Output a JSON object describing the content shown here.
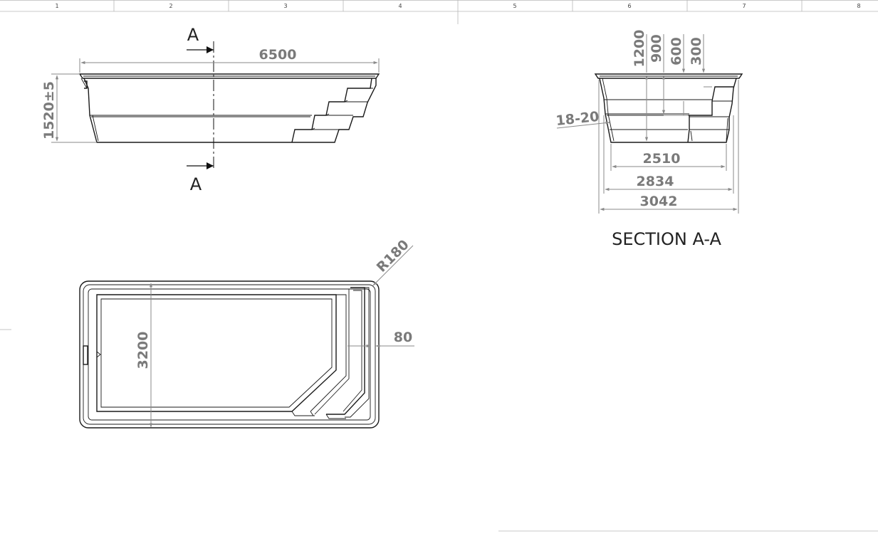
{
  "border": {
    "zones": [
      "1",
      "2",
      "3",
      "4",
      "5",
      "6",
      "7",
      "8"
    ]
  },
  "side_view": {
    "length": "6500",
    "height": "1520±5",
    "cut_label_top": "A",
    "cut_label_bottom": "A"
  },
  "top_view": {
    "width": "3200",
    "corner_radius": "R180",
    "rim_width": "80"
  },
  "section_view": {
    "title": "SECTION A-A",
    "depth_1": "1200",
    "depth_2": "900",
    "depth_3": "600",
    "depth_4": "300",
    "wall_thickness": "18-20",
    "floor_width": "2510",
    "mid_width": "2834",
    "overall_width": "3042"
  }
}
